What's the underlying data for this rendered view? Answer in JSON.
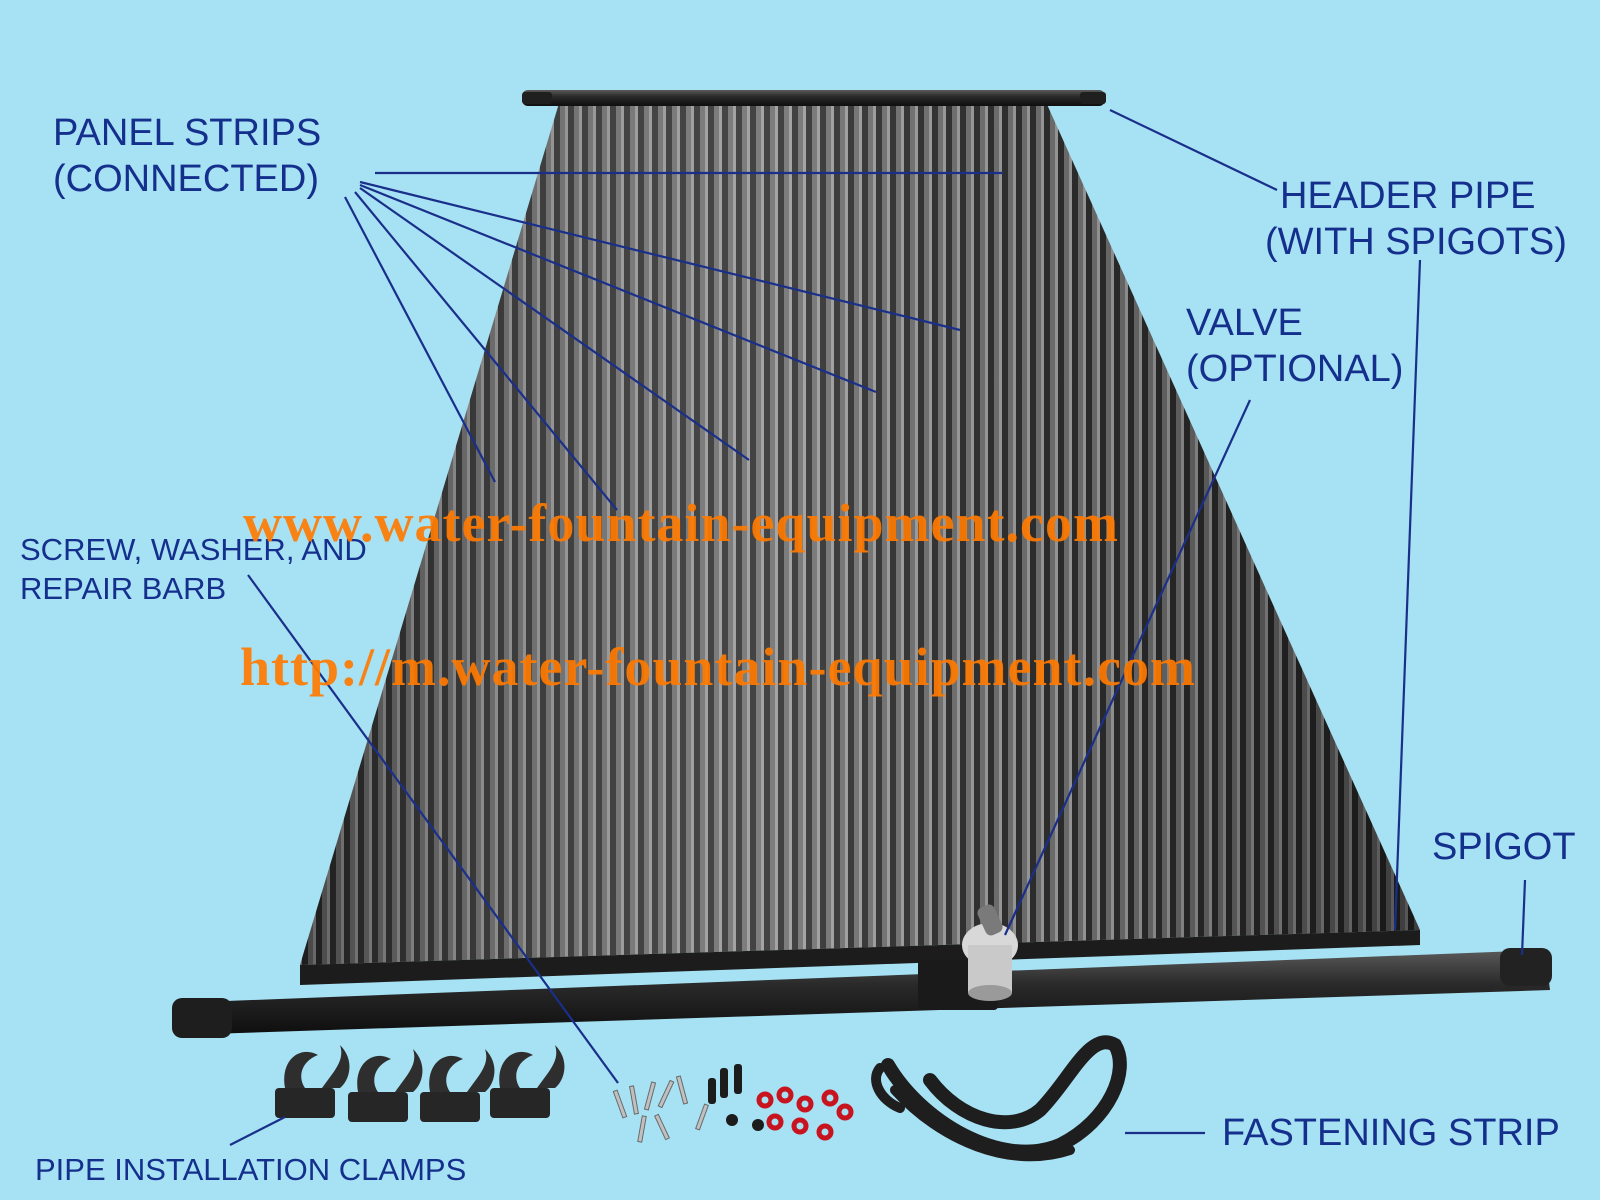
{
  "colors": {
    "background": "#a6e1f4",
    "label": "#152f8c",
    "leader_line": "#1a2f8a",
    "watermark": "#ff7a00",
    "panel_dark": "#2a2a2a",
    "panel_light": "#7d7d7d",
    "washer_red": "#c8141e"
  },
  "labels": {
    "panel_strips_line1": "PANEL STRIPS",
    "panel_strips_line2": "(CONNECTED)",
    "header_pipe_line1": "HEADER PIPE",
    "header_pipe_line2": "(WITH SPIGOTS)",
    "valve_line1": "VALVE",
    "valve_line2": "(OPTIONAL)",
    "screw_line1": "SCREW, WASHER, AND",
    "screw_line2": "REPAIR BARB",
    "spigot": "SPIGOT",
    "clamps": "PIPE INSTALLATION CLAMPS",
    "fastening_strip": "FASTENING STRIP"
  },
  "watermarks": {
    "line1": "www.water-fountain-equipment.com",
    "line2": "http://m.water-fountain-equipment.com"
  },
  "icons": {
    "panel": "solar-panel-icon",
    "valve": "valve-icon",
    "clamp": "pipe-clamp-icon",
    "screw": "screw-icon",
    "washer": "washer-icon",
    "strip": "fastening-strip-icon"
  }
}
